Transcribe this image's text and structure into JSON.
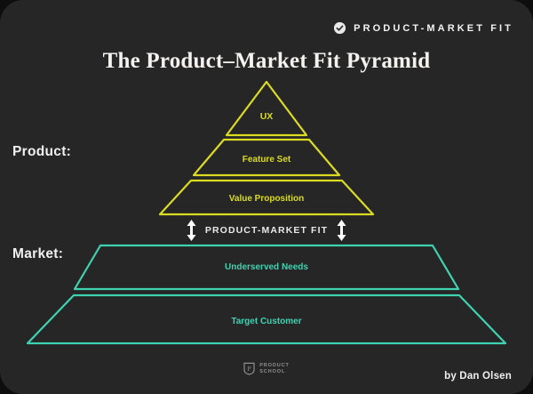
{
  "header": {
    "badge_icon": "check-circle-icon",
    "brand_text": "PRODUCT-MARKET FIT"
  },
  "title": "The Product–Market Fit Pyramid",
  "side_labels": {
    "product": "Product:",
    "market": "Market:"
  },
  "pyramid": {
    "layers": [
      {
        "label": "UX",
        "group": "product",
        "color": "#dbdb22"
      },
      {
        "label": "Feature Set",
        "group": "product",
        "color": "#dbdb22"
      },
      {
        "label": "Value Proposition",
        "group": "product",
        "color": "#dbdb22"
      },
      {
        "label": "Underserved Needs",
        "group": "market",
        "color": "#3fd2b0"
      },
      {
        "label": "Target Customer",
        "group": "market",
        "color": "#3fd2b0"
      }
    ]
  },
  "divider": {
    "label": "PRODUCT-MARKET FIT",
    "left_icon": "double-arrow-vertical-icon",
    "right_icon": "double-arrow-vertical-icon"
  },
  "footer": {
    "logo_icon": "product-school-shield-icon",
    "logo_line1": "PRODUCT",
    "logo_line2": "SCHOOL",
    "byline": "by Dan Olsen"
  },
  "colors": {
    "background": "#0e0e0e",
    "card": "#262626",
    "product_accent": "#dbdb22",
    "market_accent": "#3fd2b0",
    "text": "#f0f0f0"
  }
}
